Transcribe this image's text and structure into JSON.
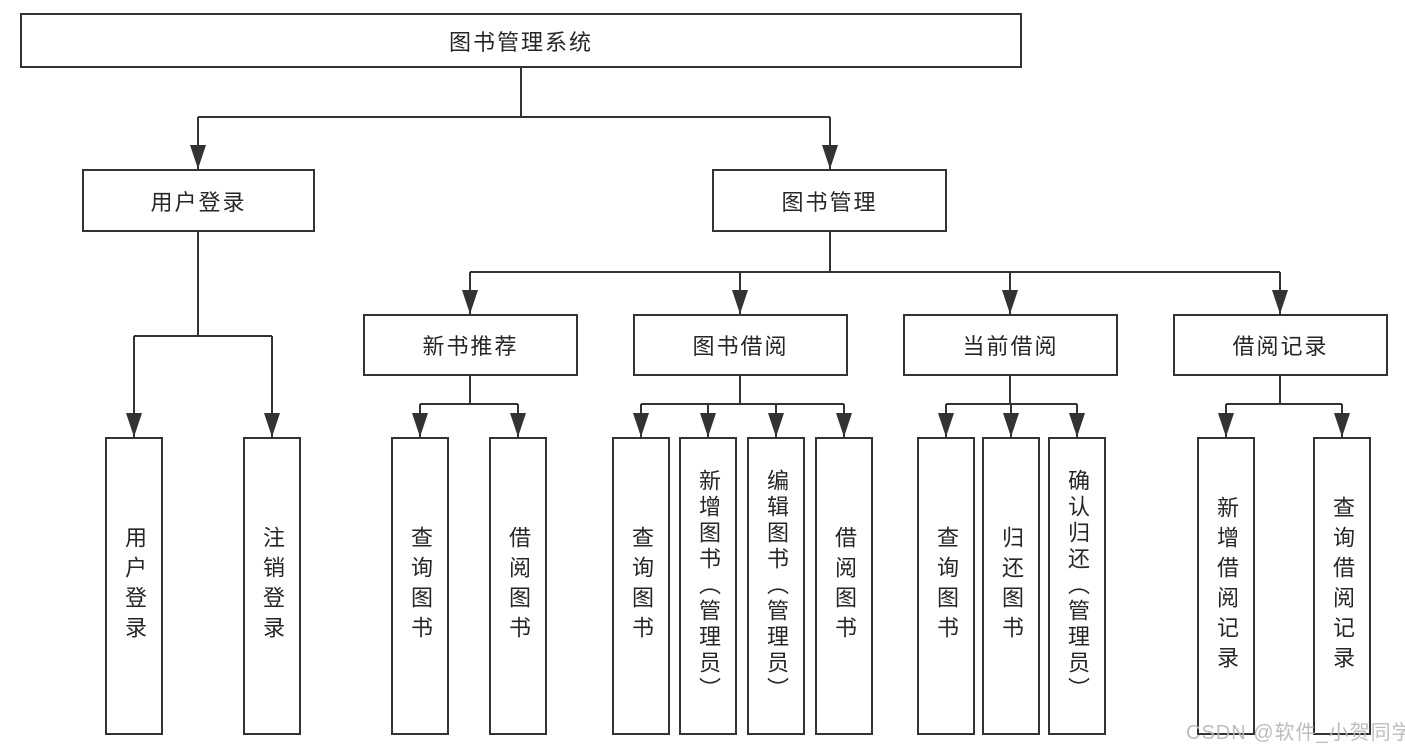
{
  "diagram_title": "图书管理系统",
  "tree": {
    "label": "图书管理系统",
    "children": [
      {
        "label": "用户登录",
        "children": [
          {
            "label": "用户登录"
          },
          {
            "label": "注销登录"
          }
        ]
      },
      {
        "label": "图书管理",
        "children": [
          {
            "label": "新书推荐",
            "children": [
              {
                "label": "查询图书"
              },
              {
                "label": "借阅图书"
              }
            ]
          },
          {
            "label": "图书借阅",
            "children": [
              {
                "label": "查询图书"
              },
              {
                "label": "新增图书（管理员）"
              },
              {
                "label": "编辑图书（管理员）"
              },
              {
                "label": "借阅图书"
              }
            ]
          },
          {
            "label": "当前借阅",
            "children": [
              {
                "label": "查询图书"
              },
              {
                "label": "归还图书"
              },
              {
                "label": "确认归还（管理员）"
              }
            ]
          },
          {
            "label": "借阅记录",
            "children": [
              {
                "label": "新增借阅记录"
              },
              {
                "label": "查询借阅记录"
              }
            ]
          }
        ]
      }
    ]
  },
  "watermark": "CSDN @软件_小贺同学",
  "colors": {
    "line": "#333333",
    "box_border": "#333333",
    "box_fill": "#ffffff",
    "text": "#262626",
    "watermark": "#b9b9b9",
    "background": "#ffffff"
  }
}
